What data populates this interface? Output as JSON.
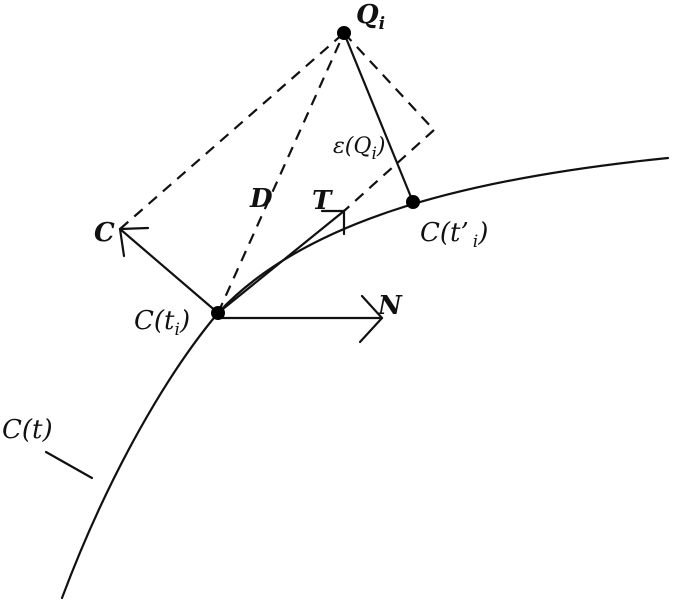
{
  "labels": {
    "q_main": "Q",
    "q_sub": "i",
    "eps_main": "ε(Q",
    "eps_sub": "i",
    "eps_close": ")",
    "d": "D",
    "t": "T",
    "c_vec": "C",
    "n": "N",
    "cti_main": "C(t",
    "cti_sub": "i",
    "cti_close": ")",
    "ctpi_main": "C(t’",
    "ctpi_sub": "i",
    "ctpi_close": ")",
    "ct": "C(t)"
  }
}
